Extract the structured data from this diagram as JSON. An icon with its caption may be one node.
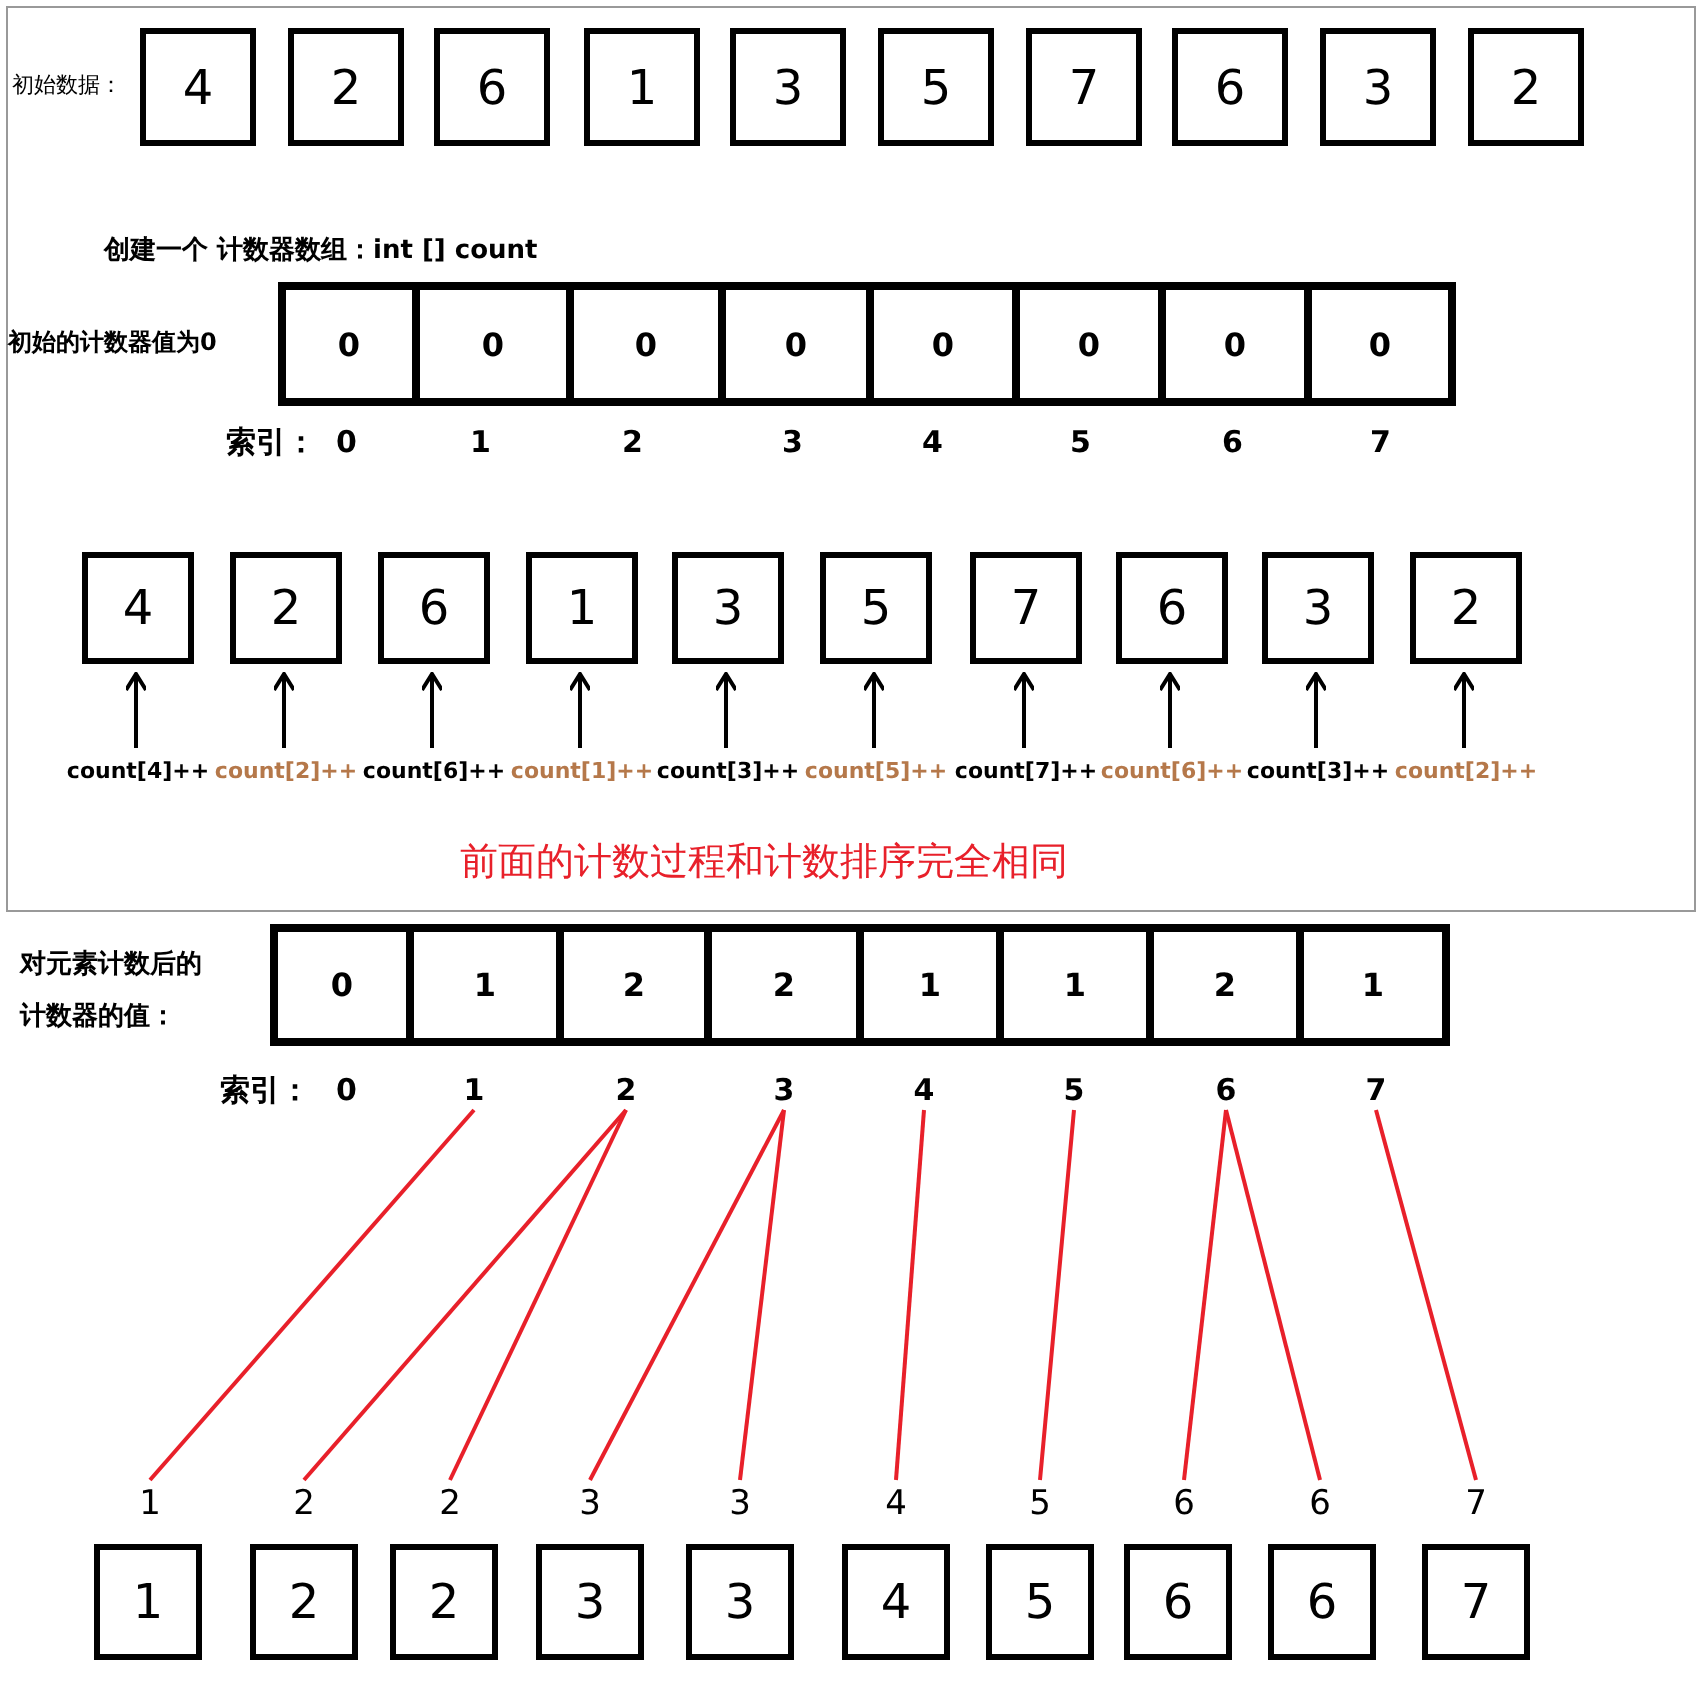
{
  "diagram": {
    "nodes": [
      {
        "text": [],
        "shape": "box"
      },
      {
        "text": [
          "4"
        ],
        "in": 0
      },
      {
        "text": [
          "2"
        ],
        "in": 0
      },
      {
        "text": [
          "6"
        ],
        "in": 0
      },
      {
        "text": [
          "1"
        ],
        "in": 0
      },
      {
        "text": [
          "3"
        ],
        "in": 0
      },
      {
        "text": [
          "5"
        ],
        "in": 0
      },
      {
        "text": [
          "7"
        ],
        "in": 0
      },
      {
        "text": [
          "6"
        ],
        "in": 0
      },
      {
        "text": [
          "3"
        ],
        "in": 0
      },
      {
        "text": [
          "2"
        ],
        "in": 0
      },
      {
        "text": [
          "0"
        ],
        "in": 0
      },
      {
        "text": [
          "0"
        ],
        "in": 0
      },
      {
        "text": [
          "0"
        ],
        "in": 0
      },
      {
        "text": [
          "0"
        ],
        "in": 0
      },
      {
        "text": [
          "0"
        ],
        "in": 0
      },
      {
        "text": [
          "0"
        ],
        "in": 0
      },
      {
        "text": [
          "0"
        ],
        "in": 0
      },
      {
        "text": [
          "0"
        ],
        "in": 0
      },
      {
        "text": [
          "4"
        ],
        "in": 0
      },
      {
        "text": [
          "2"
        ],
        "in": 0
      },
      {
        "text": [
          "6"
        ],
        "in": 0
      },
      {
        "text": [
          "1"
        ],
        "in": 0
      },
      {
        "text": [
          "3"
        ],
        "in": 0
      },
      {
        "text": [
          "5"
        ],
        "in": 0
      },
      {
        "text": [
          "7"
        ],
        "in": 0
      },
      {
        "text": [
          "6"
        ],
        "in": 0
      },
      {
        "text": [
          "3"
        ],
        "in": 0
      },
      {
        "text": [
          "2"
        ],
        "in": 0
      },
      {
        "text": [
          "count[4]++"
        ],
        "in": 0
      },
      {
        "text": [
          "count[2]++"
        ],
        "in": 0
      },
      {
        "text": [
          "count[6]++"
        ],
        "in": 0
      },
      {
        "text": [
          "count[1]++"
        ],
        "in": 0
      },
      {
        "text": [
          "count[3]++"
        ],
        "in": 0
      },
      {
        "text": [
          "count[5]++"
        ],
        "in": 0
      },
      {
        "text": [
          "count[7]++"
        ],
        "in": 0
      },
      {
        "text": [
          "count[6]++"
        ],
        "in": 0
      },
      {
        "text": [
          "count[3]++"
        ],
        "in": 0
      },
      {
        "text": [
          "count[2]++"
        ],
        "in": 0
      },
      {
        "text": [
          "0"
        ]
      },
      {
        "text": [
          "1"
        ]
      },
      {
        "text": [
          "2"
        ]
      },
      {
        "text": [
          "2"
        ]
      },
      {
        "text": [
          "1"
        ]
      },
      {
        "text": [
          "1"
        ]
      },
      {
        "text": [
          "2"
        ]
      },
      {
        "text": [
          "1"
        ]
      },
      {
        "text": [
          "1"
        ]
      },
      {
        "text": [
          "2"
        ]
      },
      {
        "text": [
          "3"
        ]
      },
      {
        "text": [
          "4"
        ]
      },
      {
        "text": [
          "5"
        ]
      },
      {
        "text": [
          "6"
        ]
      },
      {
        "text": [
          "7"
        ]
      },
      {
        "text": [
          "1"
        ]
      },
      {
        "text": [
          "2"
        ]
      },
      {
        "text": [
          "2"
        ]
      },
      {
        "text": [
          "3"
        ]
      },
      {
        "text": [
          "3"
        ]
      },
      {
        "text": [
          "4"
        ]
      },
      {
        "text": [
          "5"
        ]
      },
      {
        "text": [
          "6"
        ]
      },
      {
        "text": [
          "6"
        ]
      },
      {
        "text": [
          "7"
        ]
      },
      {
        "text": [
          "1"
        ]
      },
      {
        "text": [
          "2"
        ]
      },
      {
        "text": [
          "2"
        ]
      },
      {
        "text": [
          "3"
        ]
      },
      {
        "text": [
          "3"
        ]
      },
      {
        "text": [
          "4"
        ]
      },
      {
        "text": [
          "5"
        ]
      },
      {
        "text": [
          "6"
        ]
      },
      {
        "text": [
          "6"
        ]
      },
      {
        "text": [
          "7"
        ]
      }
    ],
    "edges": [
      {
        "from": 29,
        "to": 19,
        "arrow": "to"
      },
      {
        "from": 30,
        "to": 20,
        "arrow": "to"
      },
      {
        "from": 31,
        "to": 21,
        "arrow": "to"
      },
      {
        "from": 32,
        "to": 22,
        "arrow": "to"
      },
      {
        "from": 33,
        "to": 23,
        "arrow": "to"
      },
      {
        "from": 34,
        "to": 24,
        "arrow": "to"
      },
      {
        "from": 35,
        "to": 25,
        "arrow": "to"
      },
      {
        "from": 36,
        "to": 26,
        "arrow": "to"
      },
      {
        "from": 37,
        "to": 27,
        "arrow": "to"
      },
      {
        "from": 38,
        "to": 28,
        "arrow": "to"
      },
      {
        "from": 47,
        "to": 54,
        "arrow": "none",
        "color": "#e8202a"
      },
      {
        "from": 48,
        "to": 55,
        "arrow": "none",
        "color": "#e8202a"
      },
      {
        "from": 48,
        "to": 56,
        "arrow": "none",
        "color": "#e8202a"
      },
      {
        "from": 49,
        "to": 57,
        "arrow": "none",
        "color": "#e8202a"
      },
      {
        "from": 49,
        "to": 58,
        "arrow": "none",
        "color": "#e8202a"
      },
      {
        "from": 50,
        "to": 59,
        "arrow": "none",
        "color": "#e8202a"
      },
      {
        "from": 51,
        "to": 60,
        "arrow": "none",
        "color": "#e8202a"
      },
      {
        "from": 52,
        "to": 61,
        "arrow": "none",
        "color": "#e8202a"
      },
      {
        "from": 52,
        "to": 62,
        "arrow": "none",
        "color": "#e8202a"
      },
      {
        "from": 53,
        "to": 63,
        "arrow": "none",
        "color": "#e8202a"
      }
    ],
    "labels": [
      "初始数据：",
      "创建一个 计数器数组：int [] count",
      "初始的计数器值为0",
      "索引：",
      "0",
      "1",
      "2",
      "3",
      "4",
      "5",
      "6",
      "7",
      "前面的计数过程和计数排序完全相同",
      "对元素计数后的计数器的值：",
      "索引：",
      "0"
    ]
  }
}
